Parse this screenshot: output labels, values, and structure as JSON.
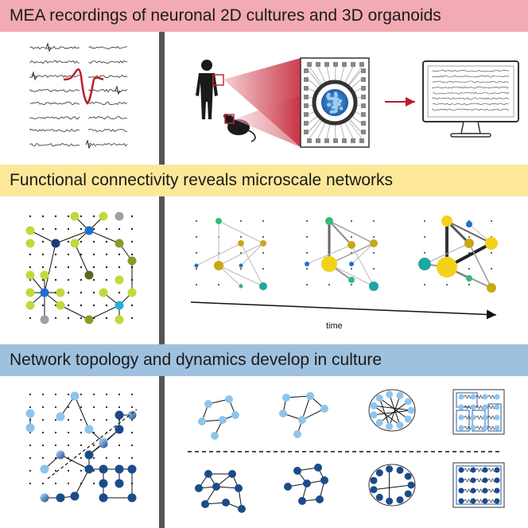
{
  "sections": [
    {
      "title": "MEA recordings of neuronal 2D cultures and 3D organoids",
      "color": "#f2aab4"
    },
    {
      "title": "Functional connectivity reveals microscale networks",
      "color": "#fde89a"
    },
    {
      "title": "Network topology and dynamics develop in culture",
      "color": "#9ec1de"
    }
  ],
  "time_label": "time",
  "colors": {
    "trace_red": "#b81e2b",
    "node_lime": "#c4d83c",
    "node_olive": "#8c9a2c",
    "node_darkolive": "#5b6820",
    "node_navy": "#1c3a78",
    "node_blue": "#1f6fd0",
    "node_cyan": "#2fa8e0",
    "node_gray": "#a0a0a0",
    "node_yellow": "#f3d21a",
    "node_gold": "#c9a816",
    "node_green": "#2fbd78",
    "node_teal": "#1ea7a0",
    "node_lightblue": "#8fc4ec",
    "node_darkblue": "#1b4b8c",
    "divider": "#555555"
  }
}
